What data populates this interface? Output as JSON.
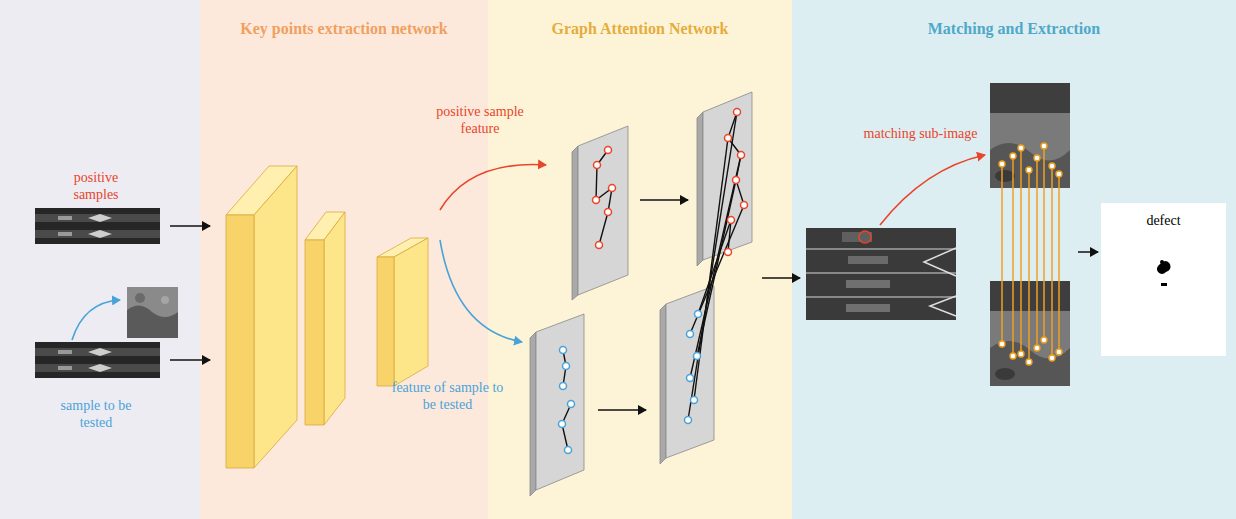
{
  "diagram": {
    "nodes": [
      {
        "text": [
          "Key points extraction network"
        ]
      },
      {
        "text": [
          "Graph Attention Network"
        ]
      },
      {
        "text": [
          "Matching and Extraction"
        ]
      },
      {
        "text": [
          "defect"
        ],
        "in": 2
      }
    ],
    "labels": [
      "positive samples",
      "sample to be tested",
      "positive sample feature",
      "feature of sample to be tested",
      "matching sub-image"
    ]
  }
}
